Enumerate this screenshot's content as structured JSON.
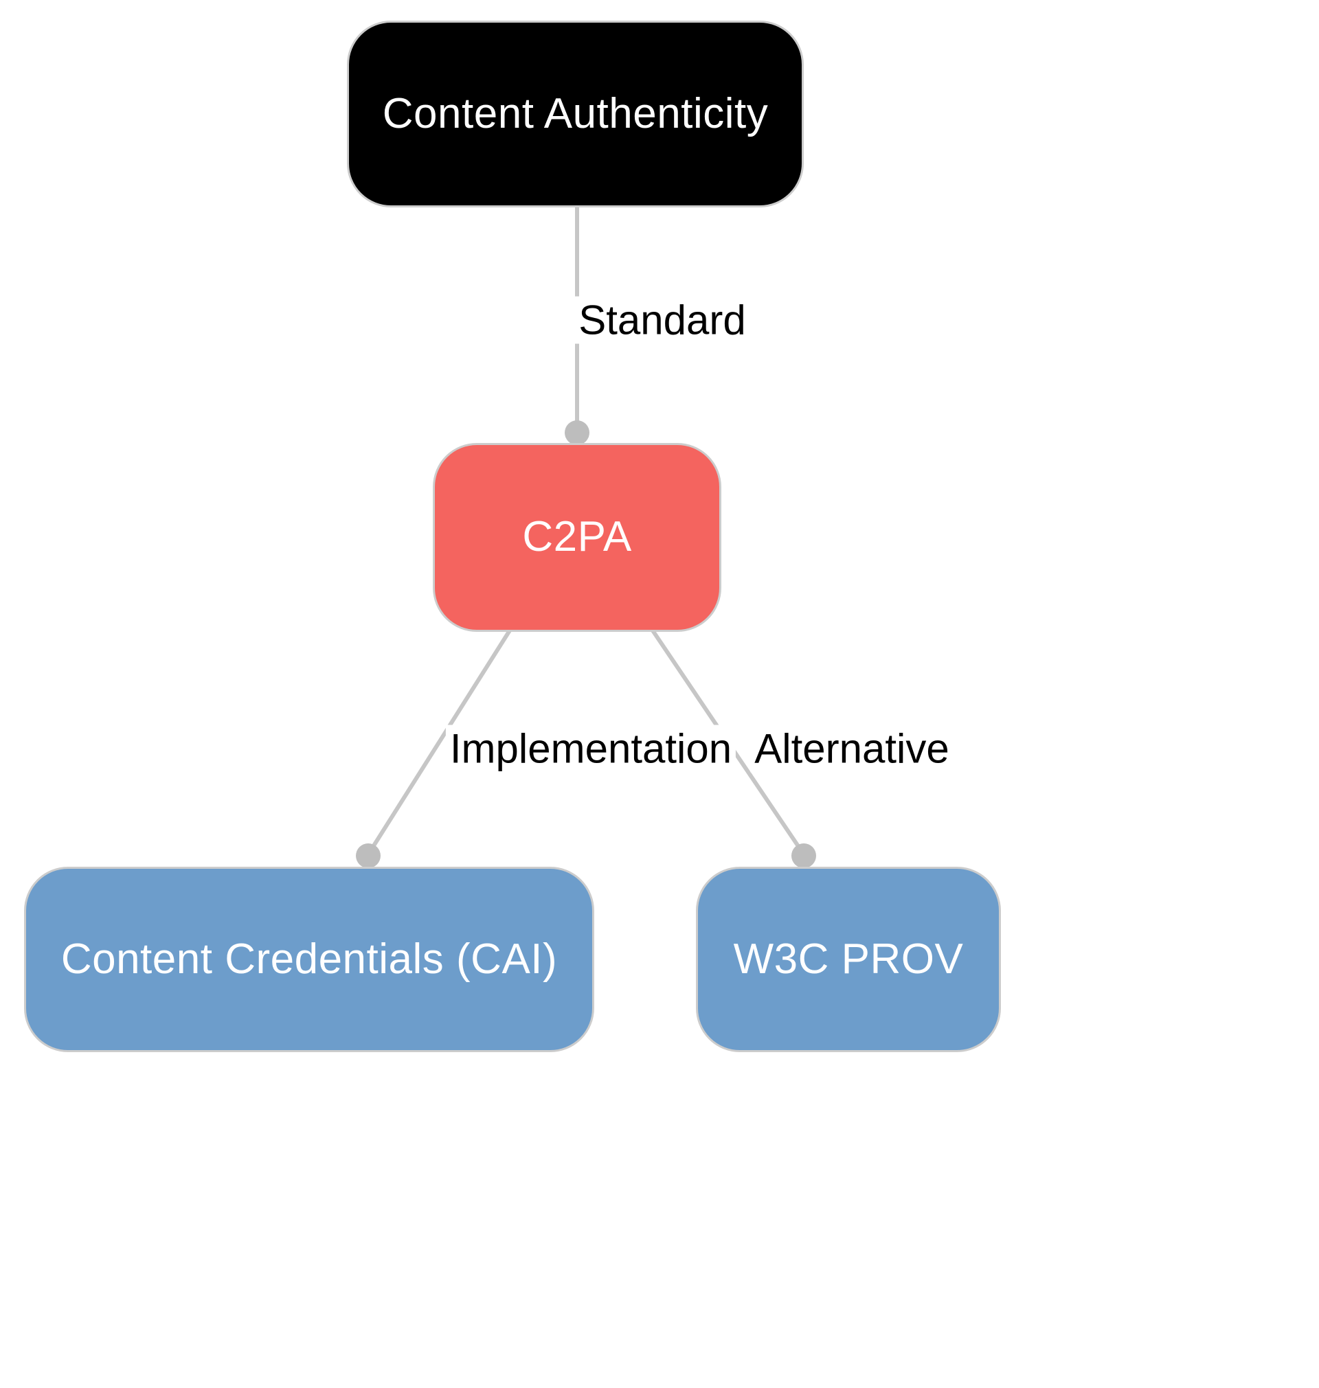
{
  "diagram": {
    "nodes": [
      {
        "id": "content-authenticity",
        "label": "Content Authenticity",
        "color": "#000000",
        "text_color": "#ffffff"
      },
      {
        "id": "c2pa",
        "label": "C2PA",
        "color": "#f4645f",
        "text_color": "#ffffff"
      },
      {
        "id": "content-credentials",
        "label": "Content Credentials (CAI)",
        "color": "#6d9dcb",
        "text_color": "#ffffff"
      },
      {
        "id": "w3c-prov",
        "label": "W3C PROV",
        "color": "#6d9dcb",
        "text_color": "#ffffff"
      }
    ],
    "edges": [
      {
        "from": "content-authenticity",
        "to": "c2pa",
        "label": "Standard"
      },
      {
        "from": "c2pa",
        "to": "content-credentials",
        "label": "Implementation"
      },
      {
        "from": "c2pa",
        "to": "w3c-prov",
        "label": "Alternative"
      }
    ],
    "style": {
      "edge_color": "#c6c6c6",
      "endpoint_color": "#bdbdbd",
      "node_border_color": "#cccccc",
      "background_color": "#ffffff"
    }
  }
}
